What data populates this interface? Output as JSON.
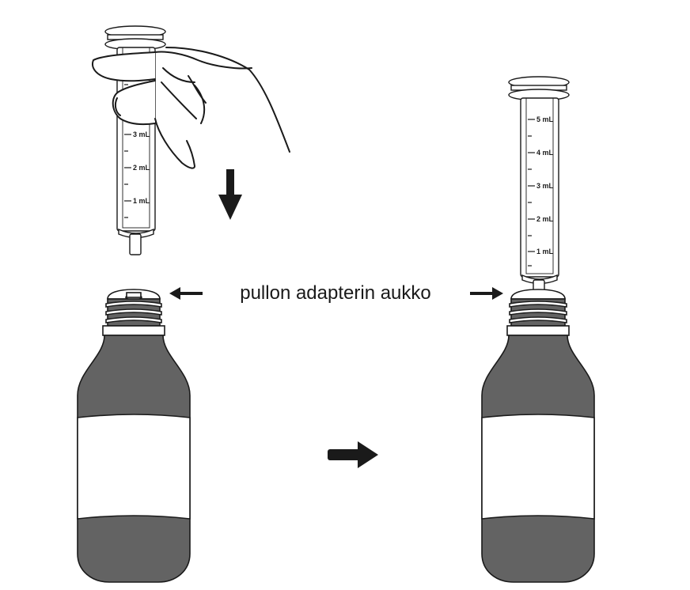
{
  "caption": "pullon adapterin aukko",
  "syringe_scale": [
    "1 mL",
    "2 mL",
    "3 mL",
    "4 mL",
    "5 mL"
  ],
  "colors": {
    "line": "#1a1a1a",
    "bottle_fill": "#636363",
    "label_fill": "#ffffff",
    "background": "#ffffff"
  },
  "icons": [
    "syringe",
    "hand",
    "bottle",
    "arrow-down",
    "arrow-left",
    "arrow-right"
  ]
}
